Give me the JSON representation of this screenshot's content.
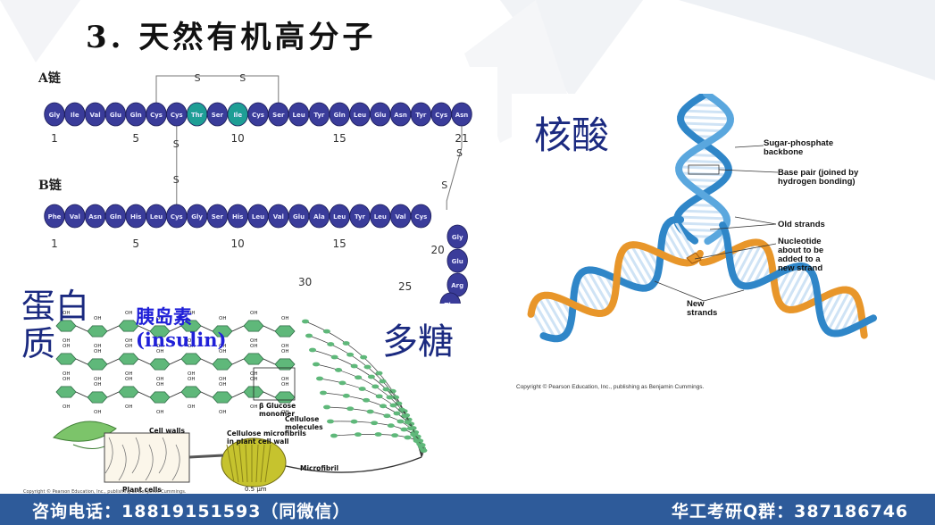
{
  "title": "3. 天然有机高分子",
  "protein": {
    "label_line1": "蛋白",
    "label_line2": "质",
    "chain_a_label": "A链",
    "chain_b_label": "B链",
    "chain_a": [
      "Gly",
      "Ile",
      "Val",
      "Glu",
      "Gln",
      "Cys",
      "Cys",
      "Thr",
      "Ser",
      "Ile",
      "Cys",
      "Ser",
      "Leu",
      "Tyr",
      "Gln",
      "Leu",
      "Glu",
      "Asn",
      "Tyr",
      "Cys",
      "Asn"
    ],
    "chain_b": [
      "Phe",
      "Val",
      "Asn",
      "Gln",
      "His",
      "Leu",
      "Cys",
      "Gly",
      "Ser",
      "His",
      "Leu",
      "Val",
      "Glu",
      "Ala",
      "Leu",
      "Tyr",
      "Leu",
      "Val",
      "Cys"
    ],
    "chain_b_tail": [
      "Gly",
      "Glu",
      "Arg"
    ],
    "a_numbers": [
      "1",
      "5",
      "10",
      "15",
      "21"
    ],
    "b_numbers": [
      "1",
      "5",
      "10",
      "15",
      "20",
      "25",
      "30"
    ],
    "bridge": "S"
  },
  "insulin": {
    "line1": "胰岛素",
    "line2": "(insulin)"
  },
  "nucleic": {
    "label": "核酸",
    "annotations": {
      "sugar_phosphate": [
        "Sugar-phosphate",
        "backbone"
      ],
      "base_pair": [
        "Base pair (joined by",
        "hydrogen bonding)"
      ],
      "old_strands": "Old strands",
      "nucleotide": [
        "Nucleotide",
        "about to be",
        "added to a",
        "new strand"
      ],
      "new_strands": [
        "New",
        "strands"
      ]
    },
    "copyright": "Copyright © Pearson Education, Inc., publishing as Benjamin Cummings."
  },
  "polysaccharide": {
    "label": "多糖",
    "glucose": [
      "β Glucose",
      "monomer"
    ],
    "cellulose": [
      "Cellulose",
      "molecules"
    ],
    "cell_walls": "Cell walls",
    "microfibrils": [
      "Cellulose microfibrils",
      "in plant cell wall"
    ],
    "microfibril": "Microfibril",
    "plant_cells": "Plant cells",
    "scale": "0.5 μm",
    "oh": "OH",
    "copyright": "Copyright © Pearson Education, Inc., publishing as Benjamin Cummings."
  },
  "footer": {
    "left": "咨询电话：18819151593（同微信）",
    "right": "华工考研Q群：387186746"
  },
  "colors": {
    "residue": "#3a3c9a",
    "residue_teal": "#1e9e95",
    "dna_blue": "#2f86c8",
    "dna_orange": "#e8962a",
    "sugar_green": "#5fb87a",
    "footer": "#2e5b9a"
  }
}
